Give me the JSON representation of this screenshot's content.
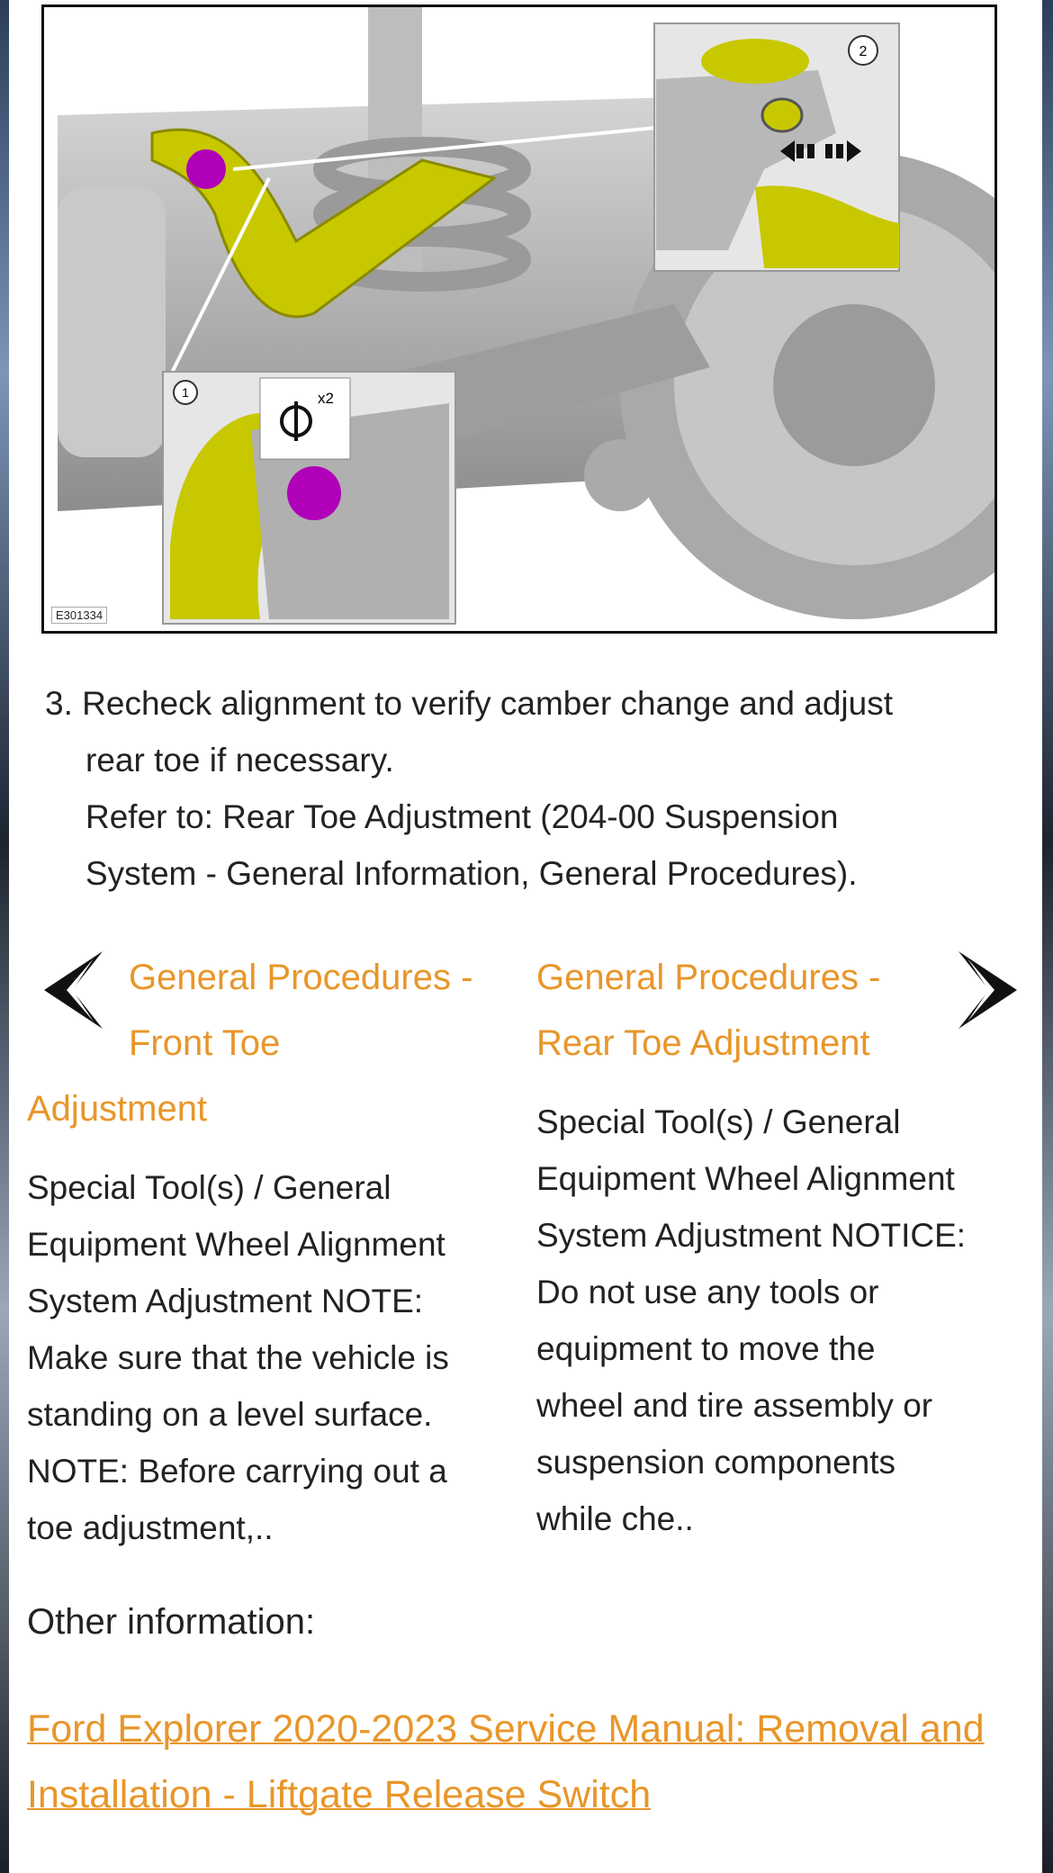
{
  "figure": {
    "id_label": "E301334",
    "callouts": [
      "1",
      "2"
    ],
    "multiplier": "x2",
    "colors": {
      "arm": "#c8c800",
      "bolt": "#b000b8",
      "metal": "#b8b8b8"
    }
  },
  "step": {
    "number": "3.",
    "line1": "Recheck alignment to verify camber change and adjust",
    "line2": "rear toe if necessary.",
    "refer1": "Refer to: Rear Toe Adjustment (204-00 Suspension",
    "refer2": "System - General Information, General Procedures)."
  },
  "nav": {
    "prev": {
      "title_lines": [
        "General Procedures -",
        "Front Toe",
        "Adjustment"
      ],
      "summary_lines": [
        "Special Tool(s) / General",
        "Equipment Wheel Alignment",
        "System Adjustment NOTE:",
        "Make sure that the vehicle is",
        "standing on a level surface.",
        "NOTE: Before carrying out a",
        "toe adjustment,.."
      ]
    },
    "next": {
      "title_lines": [
        "General Procedures -",
        "Rear Toe Adjustment"
      ],
      "summary_lines": [
        "Special Tool(s) / General",
        "Equipment Wheel Alignment",
        "System Adjustment NOTICE:",
        "Do not use any tools or",
        "equipment to move the",
        "wheel and tire assembly or",
        "suspension components",
        "while che.."
      ]
    },
    "accent": "#e8962a"
  },
  "other": {
    "heading": "Other information:",
    "link_lines": [
      "Ford Explorer 2020-2023 Service Manual: Removal and",
      "Installation - Liftgate Release Switch"
    ]
  }
}
